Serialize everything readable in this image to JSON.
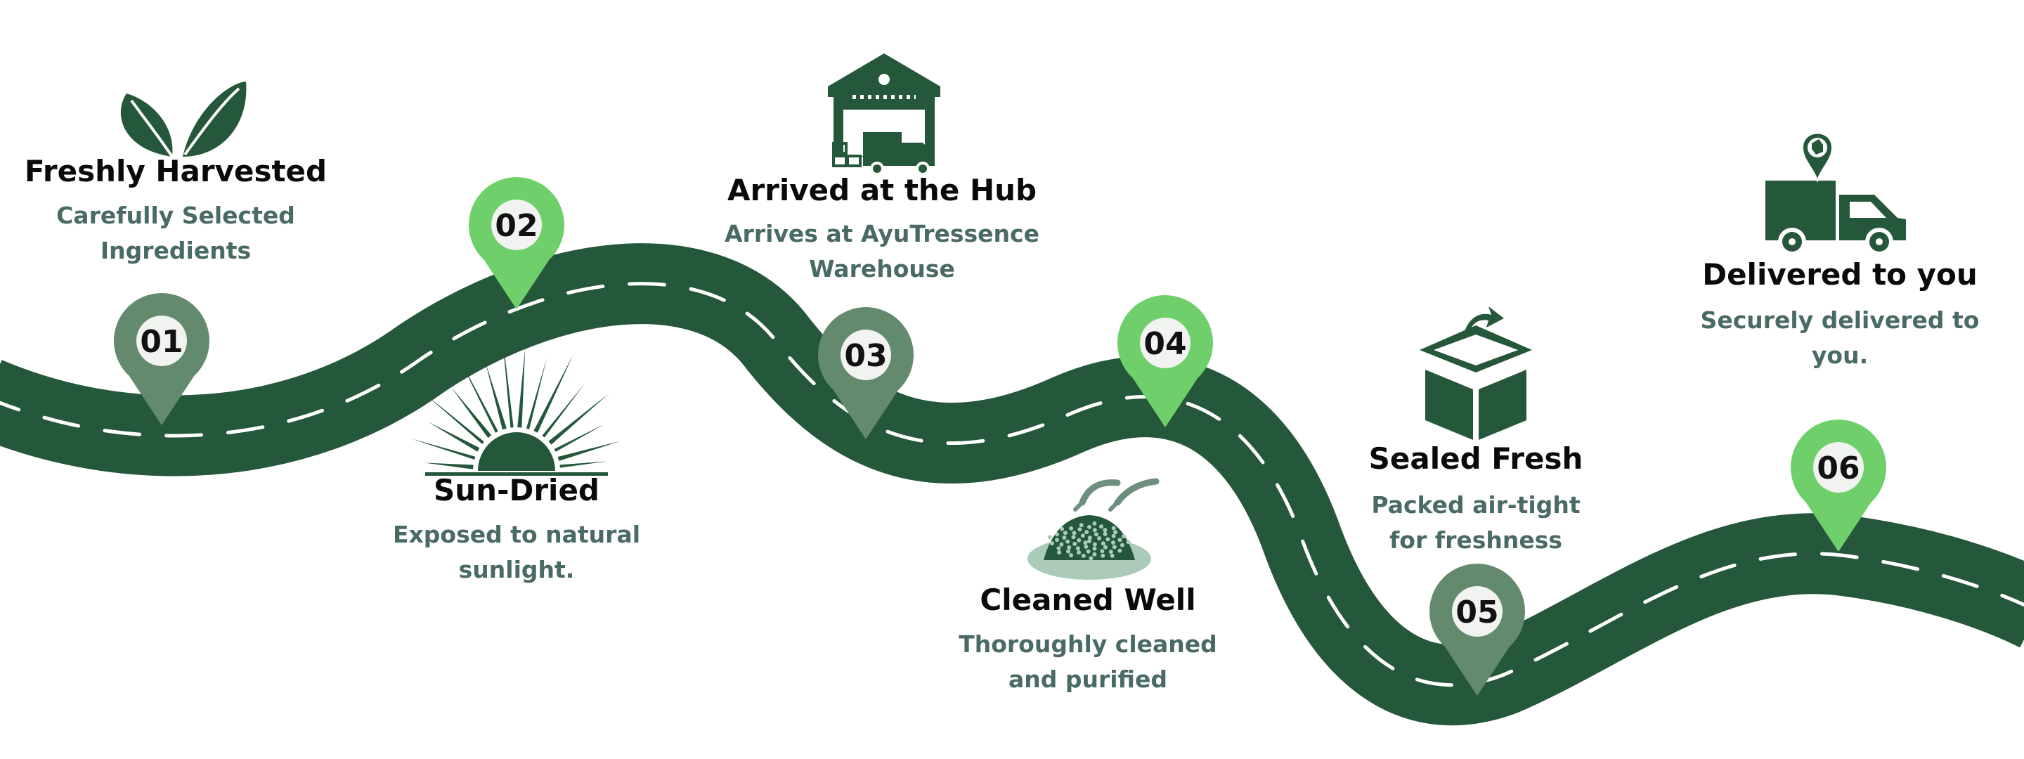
{
  "colors": {
    "road": "#25573a",
    "road_dash": "#ffffff",
    "pin_dark": "#648a6d",
    "pin_light": "#6fd06b",
    "pin_center": "#f1f3f1",
    "icon": "#25573a",
    "icon_soft": "#a9cbb8",
    "title": "#0a0a0a",
    "description": "#4a6a66"
  },
  "steps": [
    {
      "number": "01",
      "title": "Freshly Harvested",
      "description": [
        "Carefully Selected",
        "Ingredients"
      ],
      "icon": "leaf-icon",
      "pin_color": "dark"
    },
    {
      "number": "02",
      "title": "Sun-Dried",
      "description": [
        "Exposed to natural",
        "sunlight."
      ],
      "icon": "sun-icon",
      "pin_color": "light"
    },
    {
      "number": "03",
      "title": "Arrived at the Hub",
      "description": [
        "Arrives at AyuTressence",
        "Warehouse"
      ],
      "icon": "warehouse-icon",
      "pin_color": "dark"
    },
    {
      "number": "04",
      "title": "Cleaned Well",
      "description": [
        "Thoroughly cleaned",
        "and purified"
      ],
      "icon": "herbs-cleaning-icon",
      "pin_color": "light"
    },
    {
      "number": "05",
      "title": "Sealed Fresh",
      "description": [
        "Packed air-tight",
        "for freshness"
      ],
      "icon": "sealed-box-icon",
      "pin_color": "dark"
    },
    {
      "number": "06",
      "title": "Delivered to you",
      "description": [
        "Securely delivered to",
        "you."
      ],
      "icon": "delivery-truck-icon",
      "pin_color": "light"
    }
  ]
}
